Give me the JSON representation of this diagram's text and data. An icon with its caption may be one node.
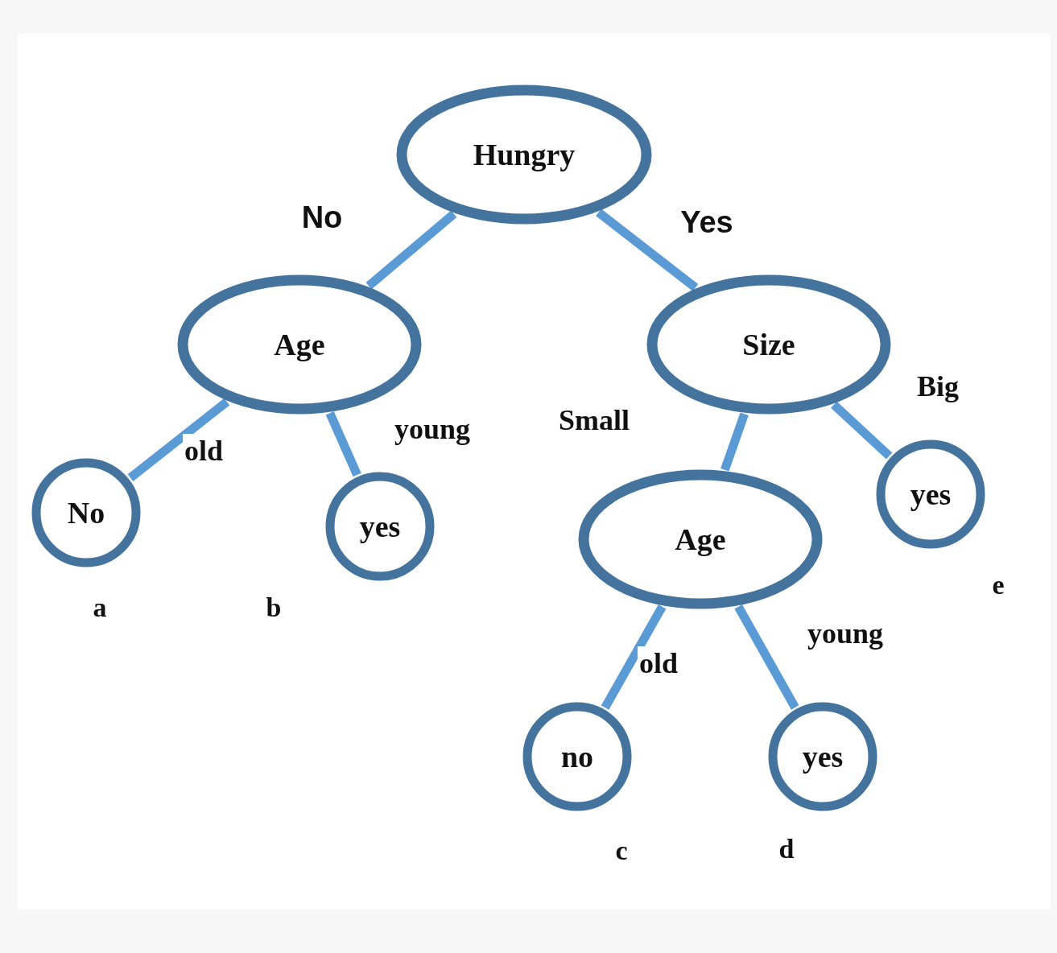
{
  "diagram": {
    "nodes": [
      {
        "text": [
          "Hungry"
        ]
      },
      {
        "text": [
          "Age"
        ]
      },
      {
        "text": [
          "Size"
        ]
      },
      {
        "text": [
          "No"
        ]
      },
      {
        "text": [
          "yes"
        ]
      },
      {
        "text": [
          "Age"
        ]
      },
      {
        "text": [
          "yes"
        ]
      },
      {
        "text": [
          "no"
        ]
      },
      {
        "text": [
          "yes"
        ]
      }
    ],
    "edges": [
      {
        "from": 0,
        "to": 1,
        "arrow": "none",
        "label": "No"
      },
      {
        "from": 0,
        "to": 2,
        "arrow": "none",
        "label": "Yes"
      },
      {
        "from": 1,
        "to": 3,
        "arrow": "none",
        "label": "old"
      },
      {
        "from": 1,
        "to": 4,
        "arrow": "none",
        "label": "young"
      },
      {
        "from": 2,
        "to": 5,
        "arrow": "none",
        "label": "Small"
      },
      {
        "from": 2,
        "to": 6,
        "arrow": "none",
        "label": "Big"
      },
      {
        "from": 5,
        "to": 7,
        "arrow": "none",
        "label": "old"
      },
      {
        "from": 5,
        "to": 8,
        "arrow": "none",
        "label": "young"
      }
    ],
    "labels": [
      "e",
      "a",
      "b",
      "c",
      "d"
    ]
  }
}
